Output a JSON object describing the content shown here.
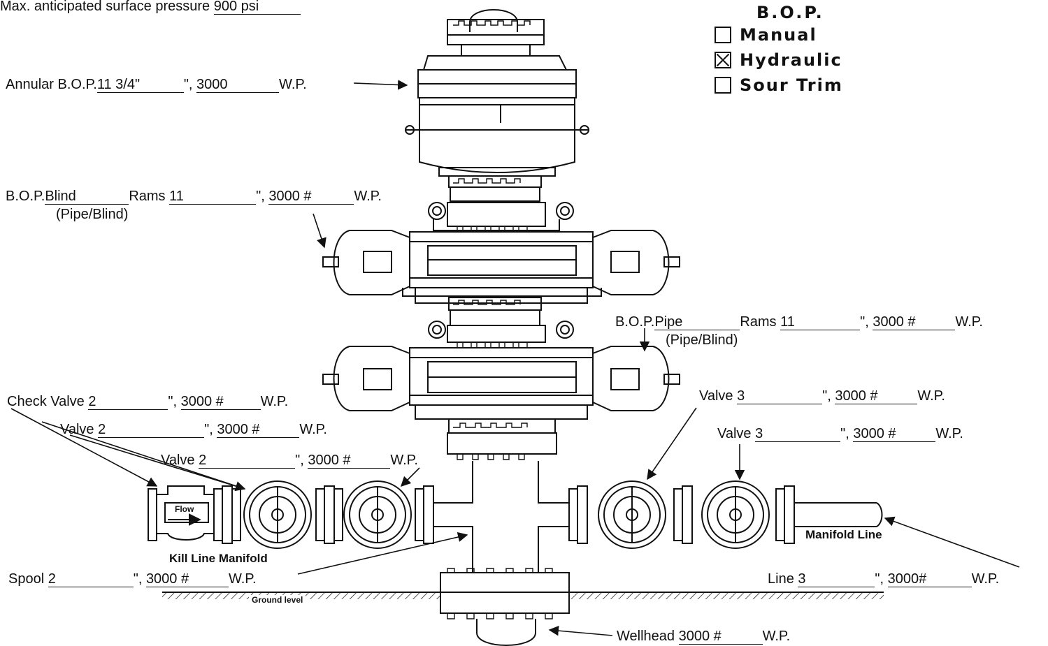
{
  "header": {
    "max_pressure": {
      "prefix": "Max. anticipated surface pressure ",
      "value": "900 psi"
    }
  },
  "bop_legend": {
    "title": "B.O.P.",
    "options": [
      {
        "label": "Manual",
        "checked": false
      },
      {
        "label": "Hydraulic",
        "checked": true
      },
      {
        "label": "Sour Trim",
        "checked": false
      }
    ]
  },
  "annular": {
    "prefix": "Annular B.O.P.",
    "size": "11 3/4\"",
    "sep": "\", ",
    "pressure": "3000",
    "suffix": "W.P."
  },
  "blind_rams": {
    "prefix": "B.O.P.",
    "type": "Blind",
    "mid": "Rams ",
    "size": "11",
    "sep": "\", ",
    "pressure": "3000 #",
    "suffix": "W.P.",
    "note": "(Pipe/Blind)"
  },
  "pipe_rams": {
    "prefix": "B.O.P.",
    "type": "Pipe",
    "mid": "Rams ",
    "size": "11",
    "sep": "\", ",
    "pressure": "3000 #",
    "suffix": "W.P.",
    "note": "(Pipe/Blind)"
  },
  "check_valve": {
    "prefix": "Check Valve ",
    "size": "2",
    "sep": "\", ",
    "pressure": "3000 #",
    "suffix": "W.P."
  },
  "valve_left_1": {
    "prefix": "Valve ",
    "size": "2",
    "sep": "\", ",
    "pressure": "3000 #",
    "suffix": "W.P."
  },
  "valve_left_2": {
    "prefix": "Valve ",
    "size": "2",
    "sep": "\", ",
    "pressure": "3000 #",
    "suffix": "W.P."
  },
  "valve_right_1": {
    "prefix": "Valve ",
    "size": "3",
    "sep": "\", ",
    "pressure": "3000 #",
    "suffix": "W.P."
  },
  "valve_right_2": {
    "prefix": "Valve ",
    "size": "3",
    "sep": "\", ",
    "pressure": "3000 #",
    "suffix": "W.P."
  },
  "spool": {
    "prefix": "Spool ",
    "size": "2",
    "sep": "\", ",
    "pressure": "3000 #",
    "suffix": "W.P."
  },
  "line": {
    "prefix": "Line ",
    "size": "3",
    "sep": "\", ",
    "pressure": "3000#",
    "suffix": "W.P."
  },
  "wellhead": {
    "prefix": "Wellhead ",
    "pressure": "3000 #",
    "suffix": "W.P."
  },
  "diagram_labels": {
    "kill_line": "Kill Line Manifold",
    "manifold_line": "Manifold Line",
    "ground_level": "Ground level",
    "flow": "Flow"
  }
}
